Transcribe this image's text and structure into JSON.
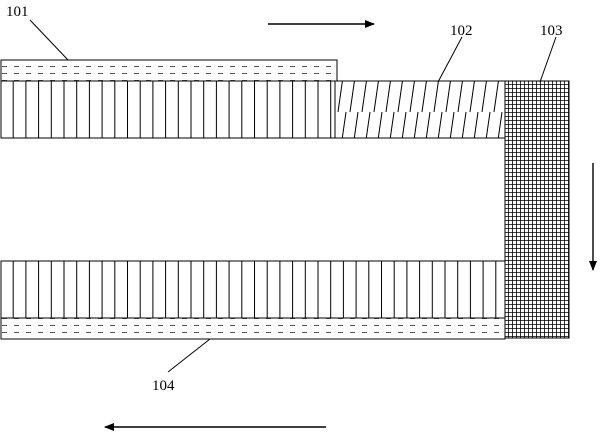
{
  "diagram": {
    "labels": {
      "l101": "101",
      "l102": "102",
      "l103": "103",
      "l104": "104"
    },
    "line_color": "#000000",
    "background": "#ffffff",
    "flow_arrows": [
      "arrow-right",
      "arrow-down",
      "arrow-left"
    ]
  }
}
